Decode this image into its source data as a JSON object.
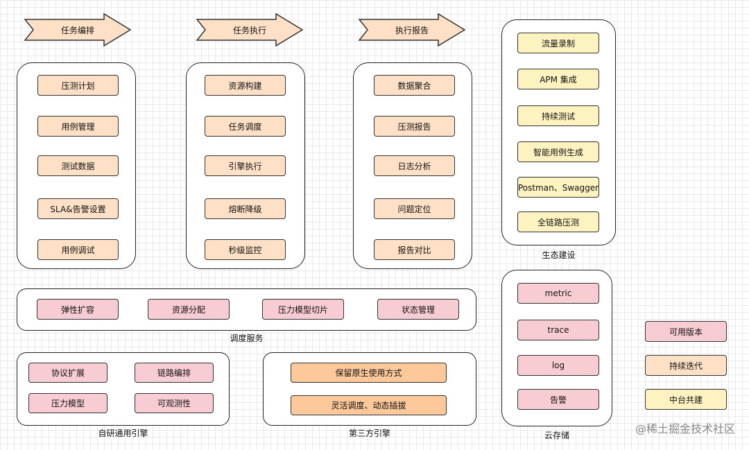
{
  "arrows": {
    "orchestrate": "任务编排",
    "execute": "任务执行",
    "report": "执行报告"
  },
  "column1": [
    "压测计划",
    "用例管理",
    "测试数据",
    "SLA&告警设置",
    "用例调试"
  ],
  "column2": [
    "资源构建",
    "任务调度",
    "引擎执行",
    "熔断降级",
    "秒级监控"
  ],
  "column3": [
    "数据聚合",
    "压测报告",
    "日志分析",
    "问题定位",
    "报告对比"
  ],
  "ecosystem": {
    "title": "生态建设",
    "items": [
      "流量录制",
      "APM 集成",
      "持续测试",
      "智能用例生成",
      "Postman、Swagger",
      "全链路压测"
    ]
  },
  "scheduling": {
    "title": "调度服务",
    "items": [
      "弹性扩容",
      "资源分配",
      "压力模型切片",
      "状态管理"
    ]
  },
  "self_engine": {
    "title": "自研通用引擎",
    "items": [
      "协议扩展",
      "链路编排",
      "压力模型",
      "可观测性"
    ]
  },
  "third_engine": {
    "title": "第三方引擎",
    "items": [
      "保留原生使用方式",
      "灵活调度、动态插拔"
    ]
  },
  "cloud_storage": {
    "title": "云存储",
    "items": [
      "metric",
      "trace",
      "log",
      "告警"
    ]
  },
  "legend": [
    "可用版本",
    "持续迭代",
    "中台共建"
  ],
  "watermark": "@稀土掘金技术社区",
  "colors": {
    "peach": "#fde0c6",
    "pink": "#f8ccd3",
    "yellow": "#fdf3c0",
    "orange": "#fdc99a"
  }
}
